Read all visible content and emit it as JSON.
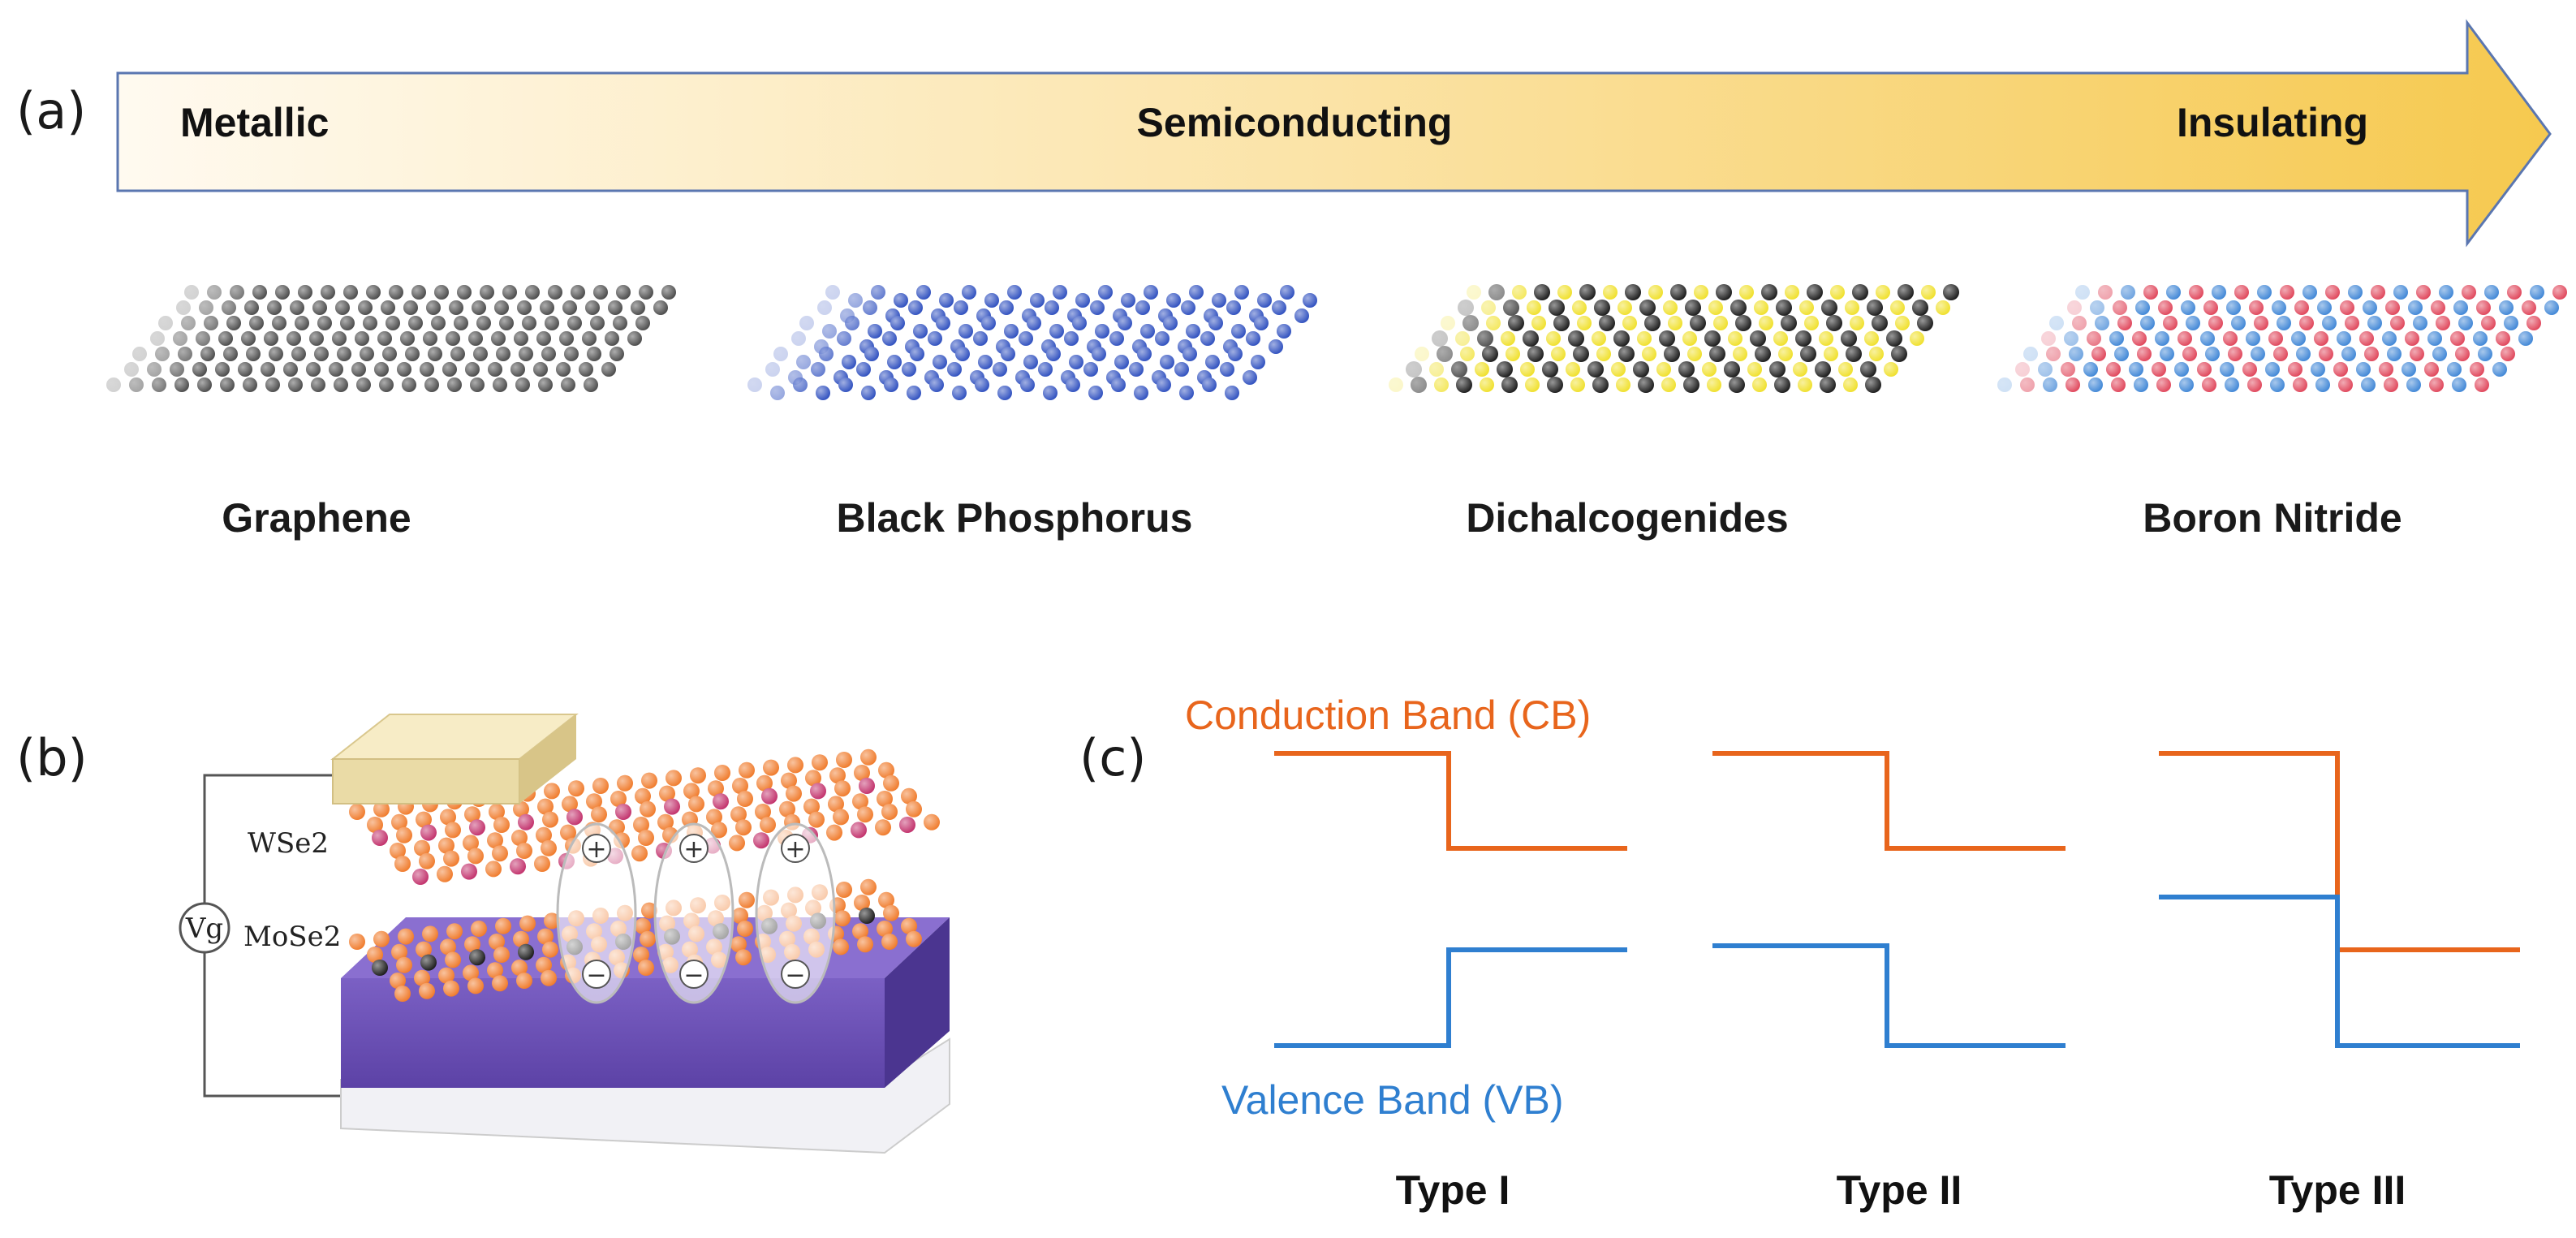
{
  "panel_a": {
    "letter": "(a)",
    "arrow_labels": {
      "left": "Metallic",
      "middle": "Semiconducting",
      "right": "Insulating"
    },
    "materials": [
      {
        "label": "Graphene",
        "colors": [
          "#4a4a4a",
          "#4a4a4a"
        ]
      },
      {
        "label": "Black Phosphorus",
        "colors": [
          "#2e4fbf",
          "#2e4fbf"
        ]
      },
      {
        "label": "Dichalcogenides",
        "colors": [
          "#f0e02a",
          "#1a1a1a"
        ]
      },
      {
        "label": "Boron Nitride",
        "colors": [
          "#3f86d6",
          "#e0455a"
        ]
      }
    ]
  },
  "panel_b": {
    "letter": "(b)",
    "layer_top": "WSe2",
    "layer_bottom": "MoSe2",
    "gate": "Vg",
    "exciton_plus": "+",
    "exciton_minus": "−",
    "colors": {
      "top_atoms": "#f07a2a",
      "wse2": "#c2306b",
      "mose2": "#1a1a1a",
      "substrate": "#6a4fb5",
      "contact": "#f3e3b0"
    }
  },
  "panel_c": {
    "letter": "(c)",
    "cb_label": "Conduction Band (CB)",
    "vb_label": "Valence Band (VB)",
    "types": [
      "Type I",
      "Type II",
      "Type III"
    ],
    "colors": {
      "cb": "#e8651c",
      "vb": "#2f7fd0"
    }
  }
}
